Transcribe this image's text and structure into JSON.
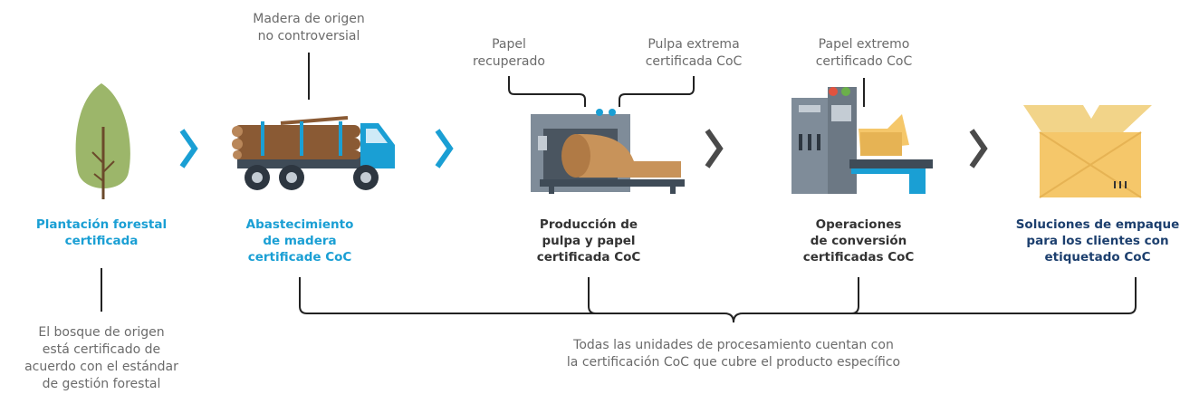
{
  "stages": [
    {
      "label": [
        "Plantación forestal",
        "certificada"
      ],
      "color": "#1a9fd4"
    },
    {
      "label": [
        "Abastecimiento",
        "de madera",
        "certificade CoC"
      ],
      "color": "#1a9fd4"
    },
    {
      "label": [
        "Producción de",
        "pulpa y papel",
        "certificada CoC"
      ],
      "color": "#333333"
    },
    {
      "label": [
        "Operaciones",
        "de conversión",
        "certificadas CoC"
      ],
      "color": "#333333"
    },
    {
      "label": [
        "Soluciones de empaque",
        "para los clientes con",
        "etiquetado CoC"
      ],
      "color": "#1c3f6e"
    }
  ],
  "notes": {
    "forest": [
      "El bosque de origen",
      "está certificado de",
      "acuerdo con el estándar",
      "de gestión forestal"
    ],
    "wood_origin": [
      "Madera de origen",
      "no controversial"
    ],
    "recovered_paper": [
      "Papel",
      "recuperado"
    ],
    "external_pulp": [
      "Pulpa extrema",
      "certificada CoC"
    ],
    "external_paper": [
      "Papel extremo",
      "certificado CoC"
    ],
    "processing": [
      "Todas las unidades de procesamiento cuentan con",
      "la certificación CoC que cubre el producto específico"
    ]
  },
  "colors": {
    "arrow_blue": "#1a9fd4",
    "arrow_gray": "#4a4a4a",
    "tree": "#9cb66a",
    "truck_cab": "#1a9fd4",
    "machine": "#7f8c99",
    "box": "#f5c76a"
  },
  "icons": [
    "tree-icon",
    "log-truck-icon",
    "paper-machine-icon",
    "converting-machine-icon",
    "cardboard-box-icon"
  ]
}
